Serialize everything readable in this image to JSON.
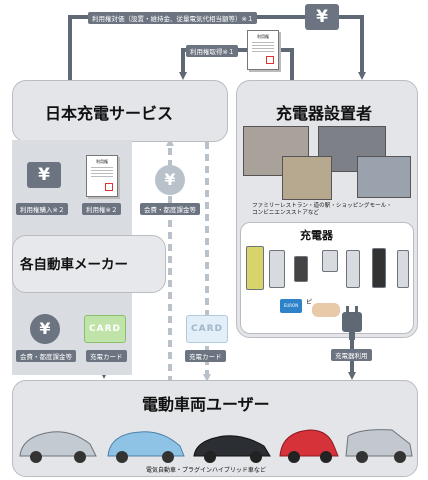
{
  "top_tags": {
    "usage_fee": "利用権対価（設置・維持金、従量電気代相当額等）※１",
    "usage_acquire": "利用権取得※１"
  },
  "nodes": {
    "nihon": "日本充電サービス",
    "installer": "充電器設置者",
    "maker": "各自動車メーカー",
    "chargers": "充電器",
    "users": "電動車両ユーザー"
  },
  "doc_title": "利用権",
  "installer_caption": "ファミリーレストラン・道の駅・ショッピングモール・\nコンビニエンスストアなど",
  "users_caption": "電気自動車・プラグインハイブリッド車など",
  "arrow_labels": {
    "purchase": "利用権購入※２",
    "grant": "利用権※２",
    "fee_direct": "会費・都度課金等",
    "fee_maker": "会費・都度課金等",
    "card_maker": "充電カード",
    "card_direct": "充電カード",
    "charger_use": "充電器利用"
  },
  "symbols": {
    "yen": "¥",
    "card": "CARD",
    "tap_card": "EURON",
    "tap_ok": "ピ"
  },
  "colors": {
    "arrow": "#5f6875",
    "arrow_light": "#b9c1ca",
    "box": "#e3e5e8"
  }
}
